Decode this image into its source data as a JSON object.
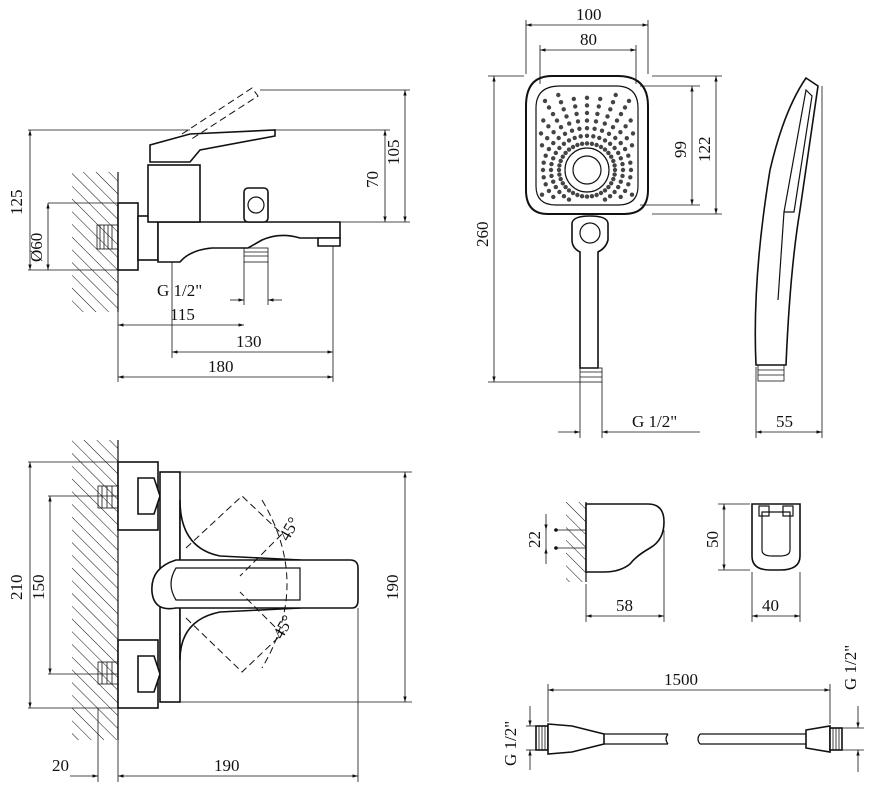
{
  "labels": {
    "side_top": "125",
    "side_d60": "Ø60",
    "side_70": "70",
    "side_105": "105",
    "side_g": "G 1/2\"",
    "side_115": "115",
    "side_130": "130",
    "side_180": "180",
    "shower_100": "100",
    "shower_80": "80",
    "shower_99": "99",
    "shower_122": "122",
    "shower_260": "260",
    "shower_g": "G 1/2\"",
    "shower_55": "55",
    "front_210": "210",
    "front_150": "150",
    "front_190r": "190",
    "front_45a": "45°",
    "front_45b": "45°",
    "front_20": "20",
    "front_190b": "190",
    "holder_22": "22",
    "holder_58": "58",
    "holder_50": "50",
    "holder_40": "40",
    "hose_1500": "1500",
    "hose_gl": "G 1/2\"",
    "hose_gr": "G 1/2\""
  }
}
